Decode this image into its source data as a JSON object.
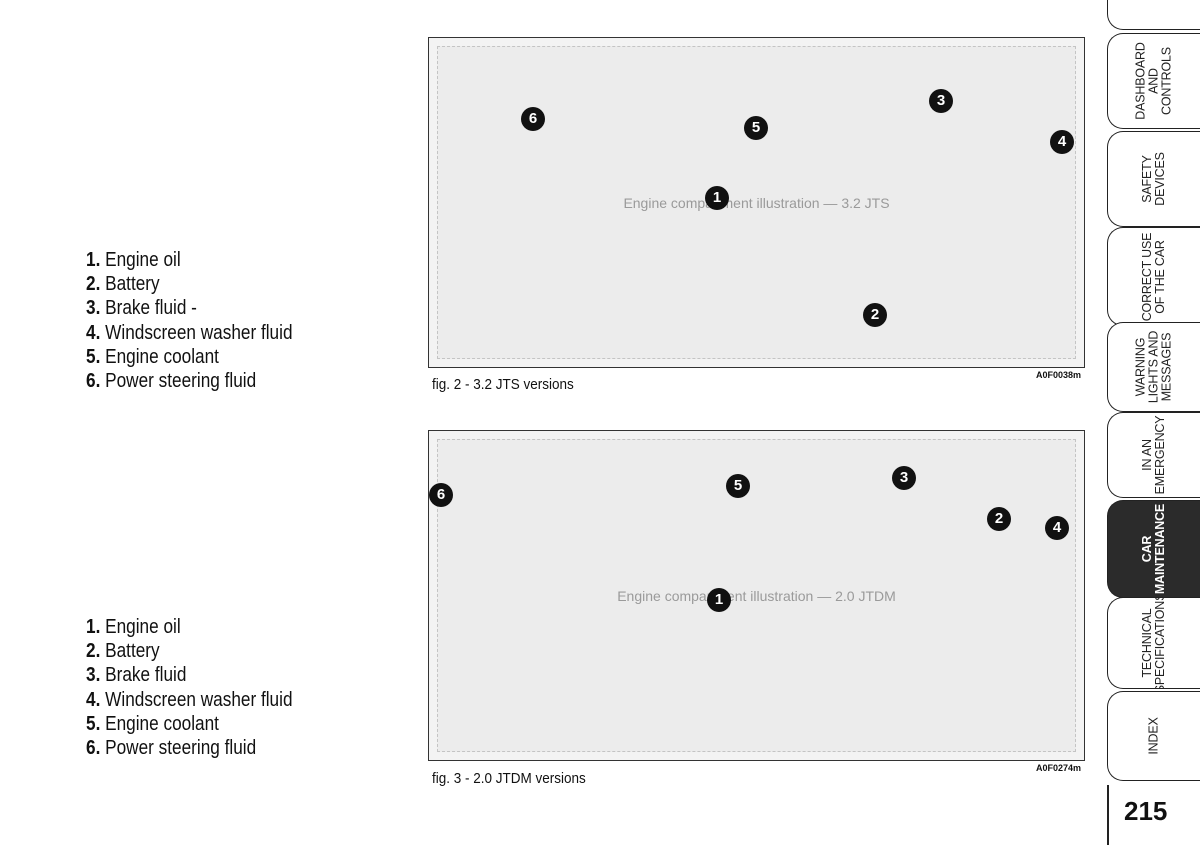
{
  "legend_top": [
    {
      "num": "1.",
      "text": "Engine oil"
    },
    {
      "num": "2.",
      "text": "Battery"
    },
    {
      "num": "3.",
      "text": "Brake fluid -"
    },
    {
      "num": "4.",
      "text": "Windscreen washer fluid"
    },
    {
      "num": "5.",
      "text": "Engine coolant"
    },
    {
      "num": "6.",
      "text": "Power steering fluid"
    }
  ],
  "legend_bottom": [
    {
      "num": "1.",
      "text": "Engine oil"
    },
    {
      "num": "2.",
      "text": "Battery"
    },
    {
      "num": "3.",
      "text": "Brake fluid"
    },
    {
      "num": "4.",
      "text": "Windscreen washer fluid"
    },
    {
      "num": "5.",
      "text": "Engine coolant"
    },
    {
      "num": "6.",
      "text": "Power steering fluid"
    }
  ],
  "figures": {
    "top": {
      "caption": "fig. 2 - 3.2 JTS versions",
      "code": "A0F0038m",
      "placeholder": "Engine compartment illustration — 3.2 JTS",
      "callouts": [
        "1",
        "2",
        "3",
        "4",
        "5",
        "6"
      ]
    },
    "bottom": {
      "caption": "fig. 3 - 2.0 JTDM versions",
      "code": "A0F0274m",
      "placeholder": "Engine compartment illustration — 2.0 JTDM",
      "callouts": [
        "1",
        "2",
        "3",
        "4",
        "5",
        "6"
      ]
    }
  },
  "tabs": [
    {
      "label": "DASHBOARD\nAND\nCONTROLS",
      "active": false
    },
    {
      "label": "SAFETY\nDEVICES",
      "active": false
    },
    {
      "label": "CORRECT USE\nOF THE CAR",
      "active": false
    },
    {
      "label": "WARNING\nLIGHTS AND\nMESSAGES",
      "active": false
    },
    {
      "label": "IN AN\nEMERGENCY",
      "active": false
    },
    {
      "label": "CAR\nMAINTENANCE",
      "active": true
    },
    {
      "label": "TECHNICAL\nSPECIFICATIONS",
      "active": false
    },
    {
      "label": "INDEX",
      "active": false
    }
  ],
  "page_number": "215",
  "colors": {
    "active_tab": "#2b2b2b",
    "callout": "#111111"
  }
}
